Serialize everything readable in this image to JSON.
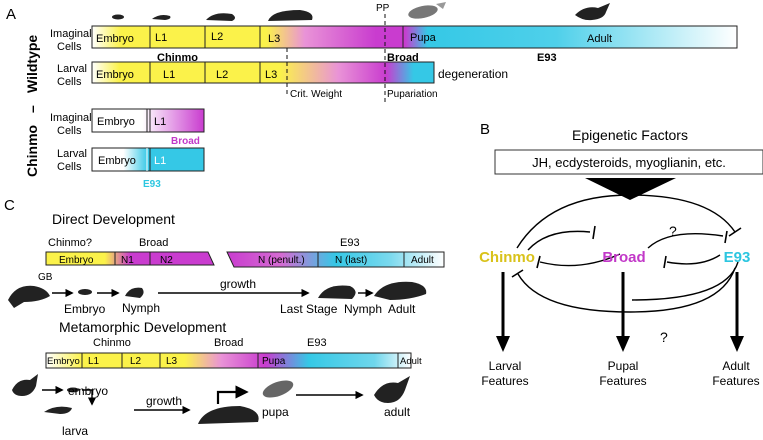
{
  "panel_labels": {
    "a": "A",
    "b": "B",
    "c": "C"
  },
  "panel_a": {
    "group_wildtype": "Wildtype",
    "group_chinmo": "Chinmo",
    "group_chinmo_sign": "–",
    "row_imaginal": [
      "Imaginal",
      "Cells"
    ],
    "row_larval": [
      "Larval",
      "Cells"
    ],
    "stage_embryo": "Embryo",
    "stage_l1": "L1",
    "stage_l2": "L2",
    "stage_l3": "L3",
    "stage_pupa": "Pupa",
    "stage_adult": "Adult",
    "factor_chinmo": "Chinmo",
    "factor_broad": "Broad",
    "factor_e93": "E93",
    "pp_label": "PP",
    "degeneration": "degeneration",
    "crit_weight": "Crit. Weight",
    "pupariation": "Pupariation"
  },
  "panel_b": {
    "title": "Epigenetic Factors",
    "factors_box": "JH, ecdysteroids, myoglianin, etc.",
    "chinmo": "Chinmo",
    "broad": "Broad",
    "e93": "E93",
    "question": "?",
    "larval_features": [
      "Larval",
      "Features"
    ],
    "pupal_features": [
      "Pupal",
      "Features"
    ],
    "adult_features": [
      "Adult",
      "Features"
    ]
  },
  "panel_c": {
    "direct_title": "Direct Development",
    "meta_title": "Metamorphic Development",
    "chinmo_q": "Chinmo?",
    "broad": "Broad",
    "e93": "E93",
    "chinmo": "Chinmo",
    "embryo_bar": "Embryo",
    "n1": "N1",
    "n2": "N2",
    "n_penult": "N (penult.)",
    "n_last": "N (last)",
    "adult": "Adult",
    "gb": "GB",
    "embryo": "Embryo",
    "nymph": "Nymph",
    "growth": "growth",
    "last_stage": "Last Stage",
    "nymph2": "Nymph",
    "adult2": "Adult",
    "l1": "L1",
    "l2": "L2",
    "l3": "L3",
    "pupa": "Pupa",
    "embryo_lower": "embryo",
    "larva": "larva",
    "growth2": "growth",
    "pupa_lower": "pupa",
    "adult_lower": "adult"
  },
  "colors": {
    "chinmo": "#d9c21a",
    "broad": "#c238c8",
    "e93": "#2cc6e0",
    "yellow": "#fbf24a",
    "magenta": "#c93ccf",
    "cyan": "#35c8e6"
  }
}
